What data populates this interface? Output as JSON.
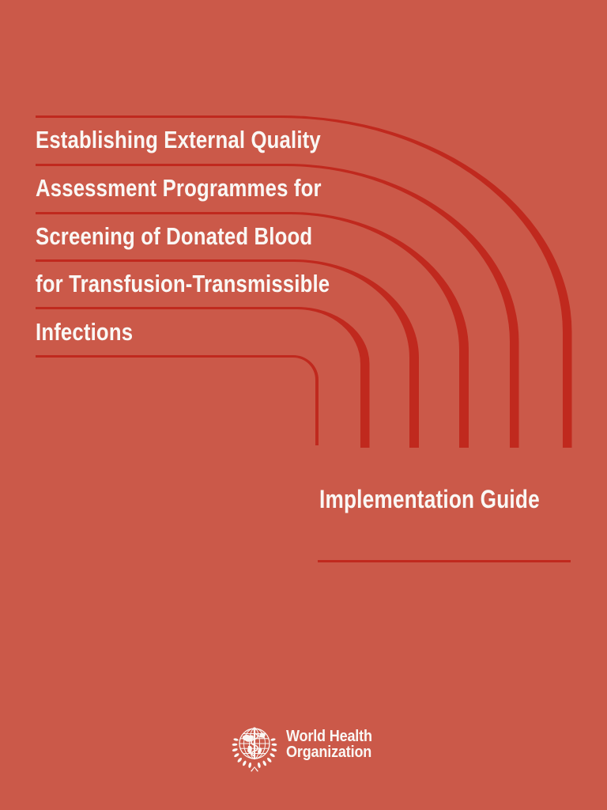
{
  "document": {
    "kind": "publication-cover"
  },
  "colors": {
    "background": "#CB5949",
    "accent": "#C0291E",
    "text": "#FAF7F4"
  },
  "title": {
    "lines": [
      "Establishing External Quality",
      "Assessment Programmes for",
      "Screening of Donated Blood",
      "for Transfusion-Transmissible",
      "Infections"
    ]
  },
  "subtitle": {
    "label": "Implementation Guide"
  },
  "logo": {
    "emblem_icon": "who-globe-staff-laurel",
    "line1": "World Health",
    "line2": "Organization"
  }
}
